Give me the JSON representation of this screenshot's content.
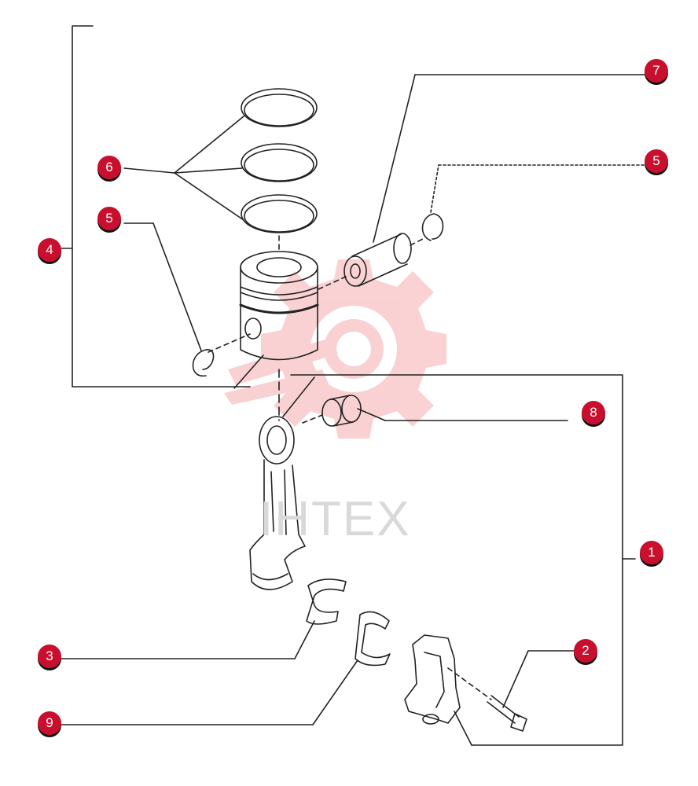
{
  "watermark": {
    "brand_text": "IHTEX",
    "color": "#f0a9a9"
  },
  "colors": {
    "callout": "#c8102e",
    "line": "#222222"
  },
  "callouts": [
    {
      "id": "c1",
      "label": "1"
    },
    {
      "id": "c2",
      "label": "2"
    },
    {
      "id": "c3",
      "label": "3"
    },
    {
      "id": "c4",
      "label": "4"
    },
    {
      "id": "c5a",
      "label": "5"
    },
    {
      "id": "c5b",
      "label": "5"
    },
    {
      "id": "c6",
      "label": "6"
    },
    {
      "id": "c7",
      "label": "7"
    },
    {
      "id": "c8",
      "label": "8"
    },
    {
      "id": "c9",
      "label": "9"
    }
  ]
}
